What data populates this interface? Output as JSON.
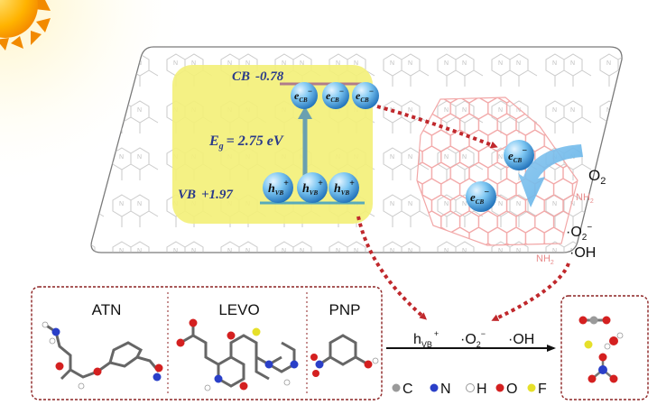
{
  "band": {
    "cb_label": "CB",
    "cb_value": "-0.78",
    "vb_label": "VB",
    "vb_value": "+1.97",
    "eg_symbol": "E",
    "eg_sub": "g",
    "eg_value": "= 2.75 eV"
  },
  "carriers": {
    "electron": "e",
    "electron_sub": "CB",
    "electron_sup": "−",
    "hole": "h",
    "hole_sub": "VB",
    "hole_sup": "+"
  },
  "species": {
    "o2": "O",
    "o2_sub": "2",
    "superoxide": "·O",
    "superoxide_sub": "2",
    "superoxide_sup": "−",
    "hydroxyl": "·OH",
    "nh2": "NH",
    "nh2_sub": "2"
  },
  "pollutants": {
    "items": [
      "ATN",
      "LEVO",
      "PNP"
    ]
  },
  "reaction": {
    "h_main": "h",
    "h_sub": "VB",
    "h_sup": "+",
    "superoxide": "·O",
    "superoxide_sub": "2",
    "superoxide_sup": "−",
    "hydroxyl": "·OH"
  },
  "legend": {
    "items": [
      "C",
      "N",
      "H",
      "O",
      "F"
    ]
  },
  "colors": {
    "highlight": "#f3f07a",
    "electron_blue": "#4aa8e8",
    "arrow_red": "#c0282c",
    "graphene_pink": "#f2a7a7",
    "atom_C": "#9a9a9a",
    "atom_N": "#2a3fc8",
    "atom_H": "#ffffff",
    "atom_O": "#d42020",
    "atom_F": "#e6e02a"
  }
}
